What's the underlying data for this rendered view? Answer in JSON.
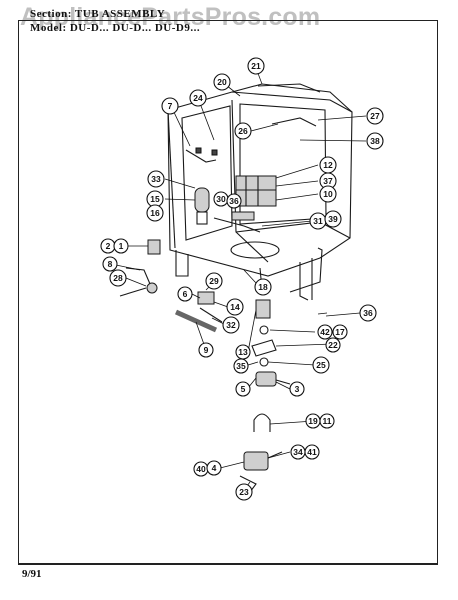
{
  "watermark": "AppliancePartsPros.com",
  "header": {
    "section_line": "Section:   TUB ASSEMBLY",
    "model_line": "Model:  DU-D...  DU-D...  DU-D9..."
  },
  "footer": {
    "date": "9/91"
  },
  "callouts": [
    "1",
    "2",
    "3",
    "4",
    "5",
    "6",
    "7",
    "8",
    "9",
    "10",
    "11",
    "12",
    "13",
    "14",
    "15",
    "16",
    "17",
    "18",
    "19",
    "20",
    "21",
    "22",
    "23",
    "24",
    "25",
    "26",
    "27",
    "28",
    "29",
    "30",
    "31",
    "32",
    "33",
    "34",
    "35",
    "36",
    "37",
    "38",
    "39",
    "40",
    "41",
    "42"
  ],
  "colors": {
    "line": "#111111",
    "paper": "#ffffff",
    "watermark": "#8c8c8c"
  }
}
